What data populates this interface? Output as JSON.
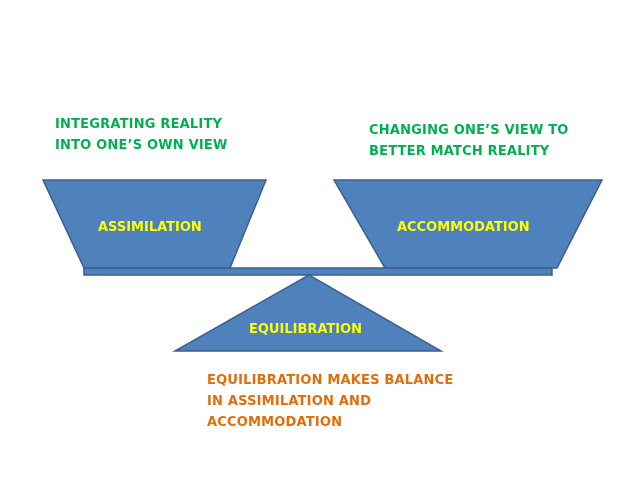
{
  "captions": {
    "assimilation": [
      "INTEGRATING REALITY",
      "INTO ONE’S OWN VIEW"
    ],
    "accommodation": [
      "CHANGING ONE’S VIEW TO",
      "BETTER MATCH REALITY"
    ],
    "equilibration": [
      "EQUILIBRATION MAKES BALANCE",
      "IN ASSIMILATION AND",
      "ACCOMMODATION"
    ]
  },
  "labels": {
    "assimilation": "ASSIMILATION",
    "accommodation": "ACCOMMODATION",
    "equilibration": "EQUILIBRATION"
  },
  "colors": {
    "shape_fill": "#4f81bd",
    "shape_stroke": "#3a5f8f",
    "shape_label": "#ffff00",
    "caption_green": "#00b050",
    "caption_orange": "#e36c09"
  }
}
